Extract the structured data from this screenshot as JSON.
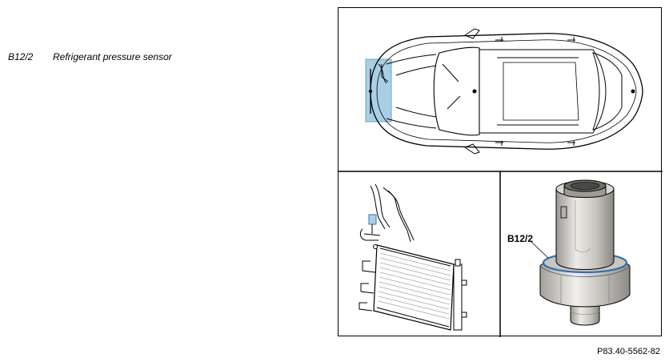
{
  "legend": {
    "items": [
      {
        "code": "B12/2",
        "description": "Refrigerant pressure sensor"
      }
    ]
  },
  "figure": {
    "component_label": "B12/2",
    "reference_id": "P83.40-5562-82",
    "highlight_color": "#a9cfe6",
    "outline_color": "#000000",
    "sensor_colors": {
      "metal_light": "#e8e6e1",
      "metal_dark": "#8e8b86",
      "seal_ring": "#2f6fb2"
    }
  }
}
